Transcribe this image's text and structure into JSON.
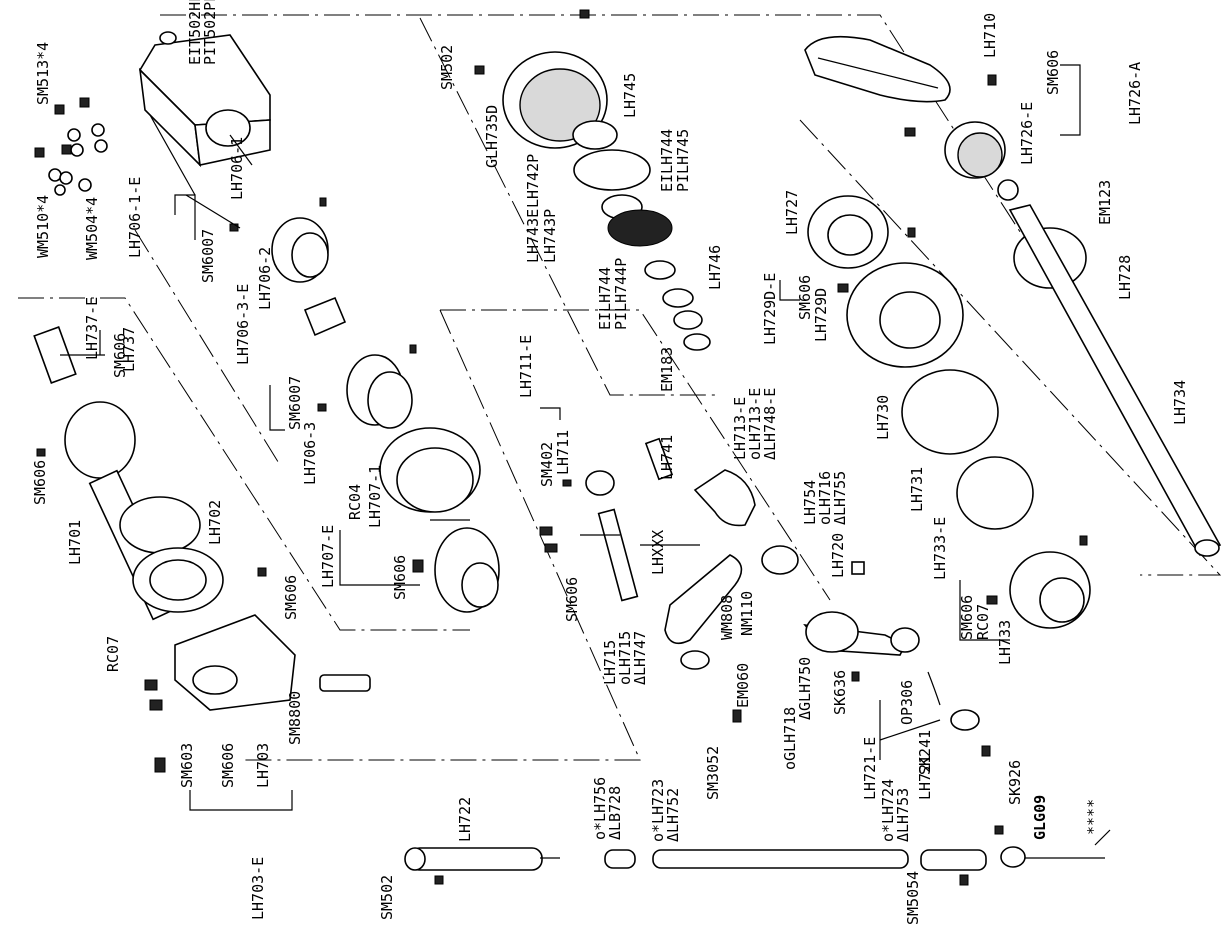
{
  "diagram": {
    "labels": [
      "EIT502HE",
      "PIT502PE",
      "SM513*4",
      "WM510*4",
      "WM504*4",
      "LH706-1-E",
      "SM6007",
      "LH706-1",
      "LH706-2",
      "LH737-E",
      "LH737",
      "SM606",
      "LH706-3-E",
      "SM6007",
      "LH706-3",
      "SM606",
      "LH701",
      "LH702",
      "RC04",
      "LH707-E",
      "LH707-1",
      "SM606",
      "RC07",
      "SM606",
      "SM8800",
      "SM603",
      "SM606",
      "LH703",
      "LH703-E",
      "SM502",
      "GLH735D",
      "LH745",
      "LH742P",
      "LH743E",
      "LH743P",
      "EILH744",
      "PILH745",
      "EILH744",
      "PILH744P",
      "LH746",
      "EM183",
      "LH711-E",
      "SM402",
      "LH711",
      "LH741",
      "LHXXX",
      "SM606",
      "WM808",
      "NM110",
      "LH715",
      "oLH715",
      "ΔLH747",
      "EM060",
      "SM3052",
      "LH713-E",
      "oLH713-E",
      "ΔLH748-E",
      "LH754",
      "oLH716",
      "ΔLH755",
      "LH720",
      "LH729D-E",
      "SM606",
      "LH729D",
      "LH727",
      "LH710",
      "LH726-E",
      "SM606",
      "LH726-A",
      "EM123",
      "LH728",
      "LH730",
      "LH731",
      "LH734",
      "LH733-E",
      "RC07",
      "SM606",
      "LH733",
      "oGLH718",
      "ΔGLH750",
      "SK636",
      "LH721-E",
      "OP306",
      "LH721",
      "SK241",
      "SK926",
      "GLG09",
      "****",
      "LH722",
      "SM502",
      "o*LH756",
      "ΔLB728",
      "o*LH723",
      "ΔLH752",
      "o*LH724",
      "ΔLH753",
      "SM5054"
    ]
  }
}
